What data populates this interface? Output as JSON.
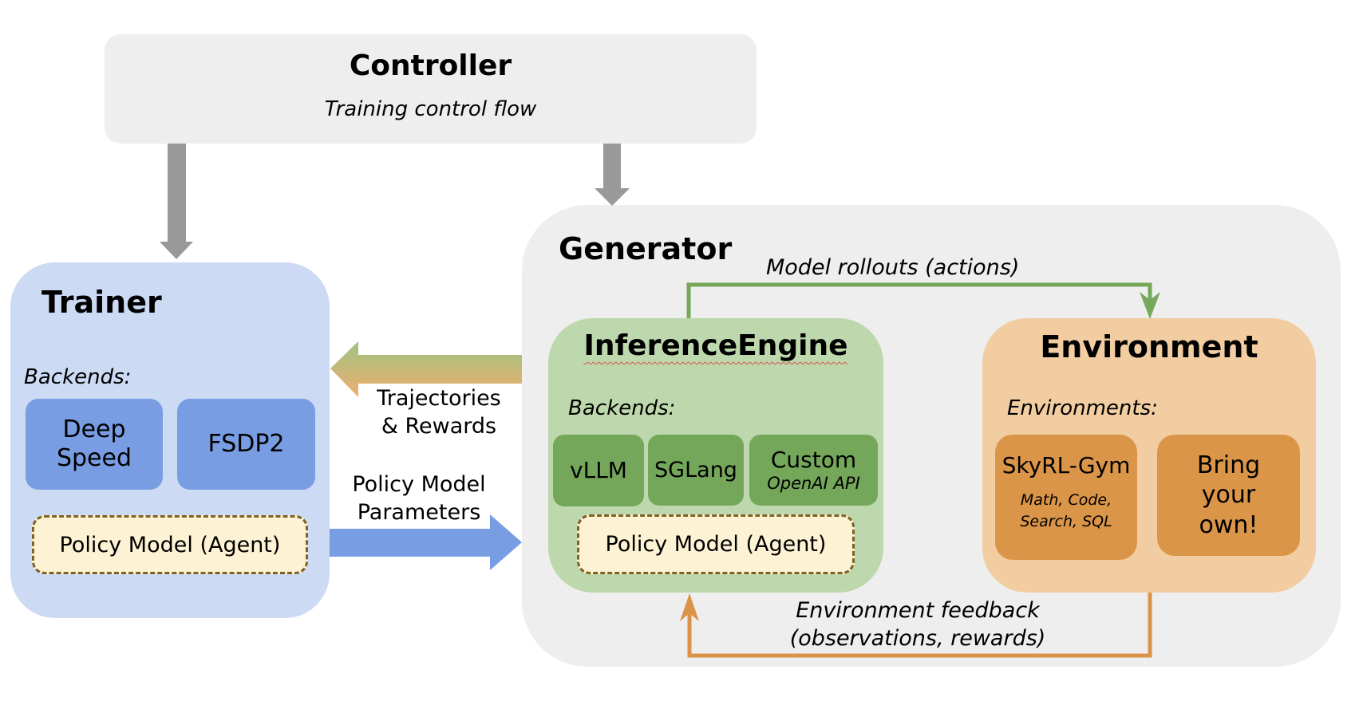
{
  "controller": {
    "title": "Controller",
    "subtitle": "Training control flow"
  },
  "trainer": {
    "title": "Trainer",
    "backends_label": "Backends:",
    "backends": [
      "Deep Speed",
      "FSDP2"
    ],
    "policy_model": "Policy Model (Agent)"
  },
  "generator": {
    "title": "Generator",
    "inference_engine": {
      "title": "InferenceEngine",
      "backends_label": "Backends:",
      "backends": [
        {
          "name": "vLLM"
        },
        {
          "name": "SGLang"
        },
        {
          "name": "Custom",
          "subtitle": "OpenAI API"
        }
      ],
      "policy_model": "Policy Model (Agent)"
    },
    "environment": {
      "title": "Environment",
      "environments_label": "Environments:",
      "items": [
        {
          "name": "SkyRL-Gym",
          "subtitle_lines": [
            "Math, Code,",
            "Search, SQL"
          ]
        },
        {
          "name": "Bring your own!"
        }
      ]
    },
    "rollout_label": "Model rollouts (actions)",
    "feedback_label_lines": [
      "Environment feedback",
      "(observations, rewards)"
    ]
  },
  "connections": {
    "trajectories_label_lines": [
      "Trajectories",
      "& Rewards"
    ],
    "parameters_label_lines": [
      "Policy Model",
      "Parameters"
    ]
  },
  "colors": {
    "controller_bg": "#eeeeee",
    "trainer_bg": "#ccdaf3",
    "trainer_chip": "#789de2",
    "generator_bg": "#eeeeee",
    "inference_bg": "#bdd8ad",
    "inference_chip": "#74a75a",
    "environment_bg": "#f2cda2",
    "environment_chip": "#db9549",
    "policy_bg": "#fdf2d3",
    "policy_border": "#7d6223",
    "control_arrow": "#999999",
    "rollout_arrow": "#75a85b",
    "feedback_arrow": "#dc9248",
    "param_arrow": "#789de2"
  }
}
